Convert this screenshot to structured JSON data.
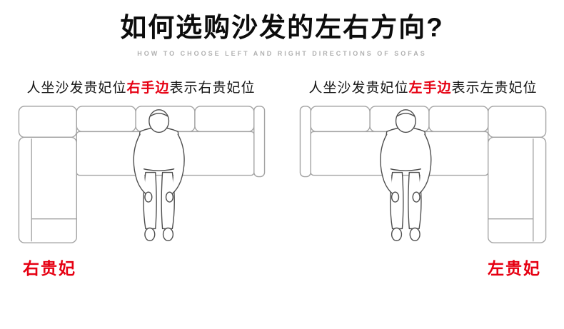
{
  "header": {
    "title": "如何选购沙发的左右方向?",
    "subtitle": "HOW TO CHOOSE LEFT AND RIGHT DIRECTIONS OF SOFAS"
  },
  "panels": [
    {
      "caption_prefix": "人坐沙发贵妃位",
      "caption_highlight": "右手边",
      "caption_suffix": "表示右贵妃位",
      "label": "右贵妃",
      "chaise_side": "left"
    },
    {
      "caption_prefix": "人坐沙发贵妃位",
      "caption_highlight": "左手边",
      "caption_suffix": "表示左贵妃位",
      "label": "左贵妃",
      "chaise_side": "right"
    }
  ],
  "colors": {
    "accent_red": "#e60012",
    "sofa_line": "#a3a3a3"
  }
}
